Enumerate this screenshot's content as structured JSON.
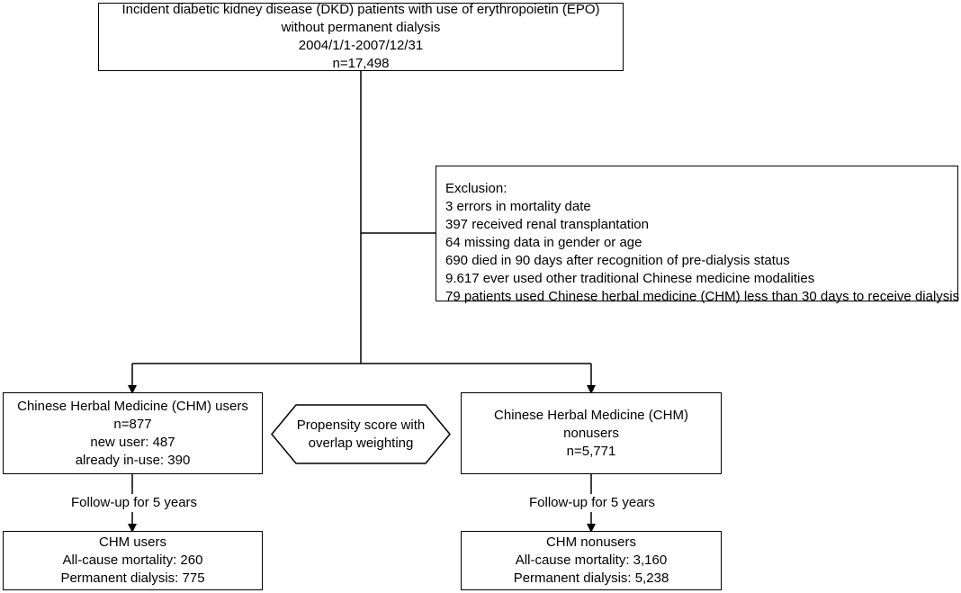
{
  "top_box": {
    "lines": [
      "Incident diabetic kidney disease (DKD) patients with use of erythropoietin (EPO)",
      "without permanent dialysis",
      "2004/1/1-2007/12/31",
      "n=17,498"
    ]
  },
  "exclusion_box": {
    "lines": [
      "Exclusion:",
      "3 errors in mortality date",
      "397 received renal transplantation",
      "64 missing data in gender or age",
      "690 died in 90 days after recognition of pre-dialysis status",
      "9.617 ever used other traditional Chinese medicine modalities",
      "79 patients used Chinese herbal medicine (CHM) less than 30 days to receive dialysis"
    ]
  },
  "chm_users_box": {
    "lines": [
      "Chinese Herbal Medicine (CHM) users",
      "n=877",
      "new user: 487",
      "already in-use: 390"
    ]
  },
  "propensity_box": {
    "lines": [
      "Propensity score with",
      "overlap weighting"
    ]
  },
  "chm_nonusers_box": {
    "lines": [
      "Chinese Herbal Medicine (CHM)",
      "nonusers",
      "n=5,771"
    ]
  },
  "followup_left": {
    "label": "Follow-up for 5 years"
  },
  "followup_right": {
    "label": "Follow-up for 5 years"
  },
  "outcome_users_box": {
    "lines": [
      "CHM users",
      "All-cause mortality: 260",
      "Permanent dialysis: 775"
    ]
  },
  "outcome_nonusers_box": {
    "lines": [
      "CHM nonusers",
      "All-cause mortality: 3,160",
      "Permanent dialysis: 5,238"
    ]
  }
}
